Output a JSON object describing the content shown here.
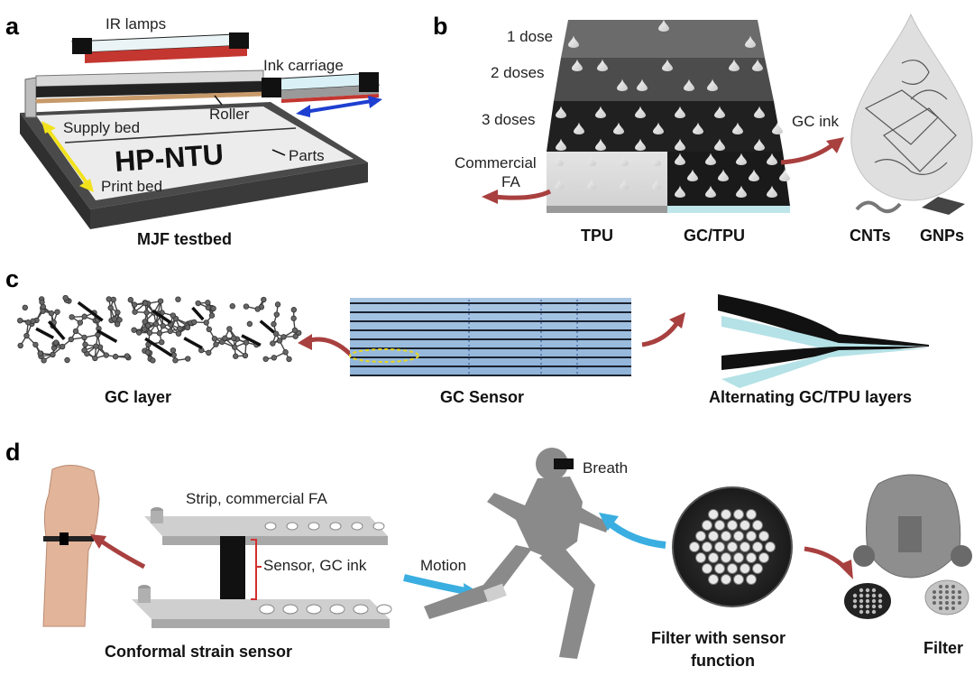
{
  "panels": {
    "a": {
      "letter": "a",
      "labels": {
        "ir_lamps": "IR lamps",
        "ink_carriage": "Ink carriage",
        "supply_bed": "Supply bed",
        "roller": "Roller",
        "parts": "Parts",
        "print_bed": "Print bed",
        "part_text": "HP-NTU"
      },
      "caption": "MJF testbed"
    },
    "b": {
      "letter": "b",
      "doses": [
        "1 dose",
        "2 doses",
        "3 doses"
      ],
      "commercial_fa": [
        "Commercial",
        "FA"
      ],
      "gc_ink": "GC ink",
      "bottom": {
        "tpu": "TPU",
        "gc_tpu": "GC/TPU",
        "cnts": "CNTs",
        "gnps": "GNPs"
      }
    },
    "c": {
      "letter": "c",
      "captions": {
        "gc_layer": "GC layer",
        "gc_sensor": "GC Sensor",
        "alternating": "Alternating GC/TPU layers"
      }
    },
    "d": {
      "letter": "d",
      "labels": {
        "strip": "Strip, commercial FA",
        "sensor": "Sensor, GC ink",
        "motion": "Motion",
        "breath": "Breath"
      },
      "captions": {
        "conformal": "Conformal strain sensor",
        "filter_sensor": [
          "Filter with sensor",
          "function"
        ],
        "filter": "Filter"
      }
    }
  },
  "colors": {
    "arrow_red": "#a8403f",
    "arrow_blue": "#3aaee0",
    "highlight_yellow": "#e8d81a",
    "accent_blue": "#1e3fd0",
    "accent_yellow": "#f2e21c"
  }
}
